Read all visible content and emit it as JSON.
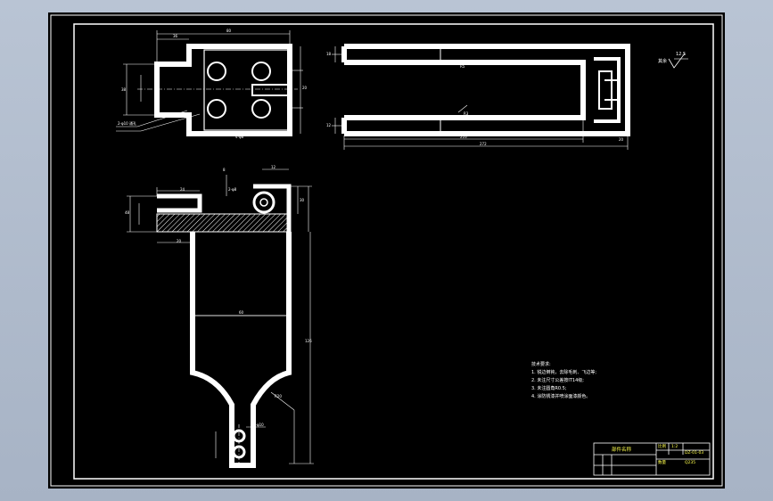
{
  "app": {
    "viewport": "cad-drawing-viewport",
    "background": "#000000",
    "line_color": "#ffffff",
    "accent": "#ffff4d"
  },
  "notes": {
    "title": "技术要求:",
    "items": [
      "1. 锐边倒钝，去除毛刺、飞边等;",
      "2. 未注尺寸公差按IT14级;",
      "3. 未注圆角R0.5;",
      "4. 涂防锈漆并喷涂面漆颜色。"
    ]
  },
  "roughness": {
    "label": "其余",
    "value": "12.5"
  },
  "title_block": {
    "part_name": "部件名称",
    "drawing_no": "DZ-01-03",
    "scale_label": "比例",
    "scale_value": "1:2",
    "qty_label": "数量",
    "material": "Q235"
  },
  "dims": {
    "top_left_width": "80",
    "top_left_inner": "36",
    "top_left_height": "38",
    "top_left_side": "20",
    "top_left_hole_note": "4-φ8",
    "top_left_callout": "2-φ10 通孔",
    "top_right_h1": "18",
    "top_right_h2": "12",
    "top_right_inner": "216",
    "top_right_total": "272",
    "top_right_gap": "R5",
    "top_right_r2": "R3",
    "top_right_depth": "20",
    "front_top_a": "8",
    "front_top_b": "24",
    "front_top_c": "12",
    "front_top_d": "48",
    "front_hole": "2-φ8",
    "front_height": "126",
    "front_width": "60",
    "front_neck": "R20",
    "front_bottom_hole": "2-φ10",
    "front_side_a": "20",
    "front_side_b": "30"
  }
}
